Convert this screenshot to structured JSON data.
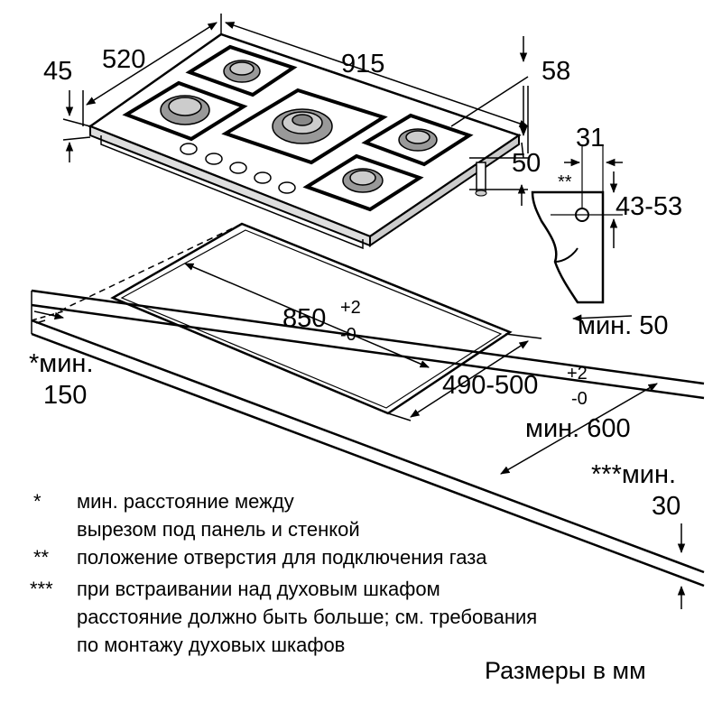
{
  "dimensions": {
    "depth": "520",
    "edge_45": "45",
    "width": "915",
    "height_58": "58",
    "height_50": "50",
    "gas_offset": "31",
    "gas_height": "43-53",
    "gas_mark": "**",
    "cutout_width": "850",
    "cutout_width_tol_plus": "+2",
    "cutout_width_tol_minus": "-0",
    "cutout_depth": "490-500",
    "cutout_depth_tol_plus": "+2",
    "cutout_depth_tol_minus": "-0",
    "min_back": "мин. 50",
    "min_side_label": "*мин.",
    "min_side_value": "150",
    "min_depth": "мин. 600",
    "min_below_label": "***мин.",
    "min_below_value": "30"
  },
  "notes": [
    {
      "mark": "*",
      "lines": [
        "мин. расстояние между",
        "вырезом под панель и стенкой"
      ]
    },
    {
      "mark": "**",
      "lines": [
        "положение отверстия для подключения газа"
      ]
    },
    {
      "mark": "***",
      "lines": [
        "при встраивании над духовым шкафом",
        "расстояние должно быть больше; см. требования",
        "по монтажу духовых шкафов"
      ]
    }
  ],
  "units_caption": "Размеры в мм"
}
